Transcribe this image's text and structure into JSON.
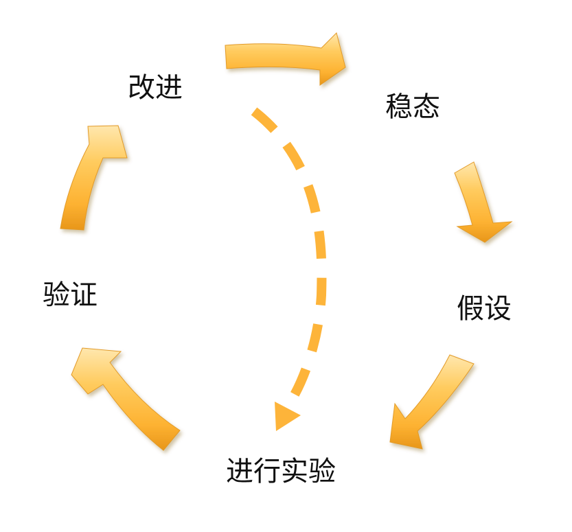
{
  "diagram": {
    "nodes": [
      {
        "id": "improve",
        "label": "改进"
      },
      {
        "id": "steady_state",
        "label": "稳态"
      },
      {
        "id": "hypothesis",
        "label": "假设"
      },
      {
        "id": "experiment",
        "label": "进行实验"
      },
      {
        "id": "verify",
        "label": "验证"
      }
    ],
    "edges": [
      {
        "from": "improve",
        "to": "steady_state",
        "style": "solid"
      },
      {
        "from": "steady_state",
        "to": "hypothesis",
        "style": "solid"
      },
      {
        "from": "hypothesis",
        "to": "experiment",
        "style": "solid"
      },
      {
        "from": "experiment",
        "to": "verify",
        "style": "solid"
      },
      {
        "from": "verify",
        "to": "improve",
        "style": "solid"
      },
      {
        "from": "improve",
        "to": "experiment",
        "style": "dashed"
      }
    ],
    "colors": {
      "arrow_light": "#FFD98A",
      "arrow_mid": "#FFB93A",
      "arrow_dark": "#F2A21E",
      "dashed": "#FDB43A",
      "text": "#111111"
    }
  }
}
